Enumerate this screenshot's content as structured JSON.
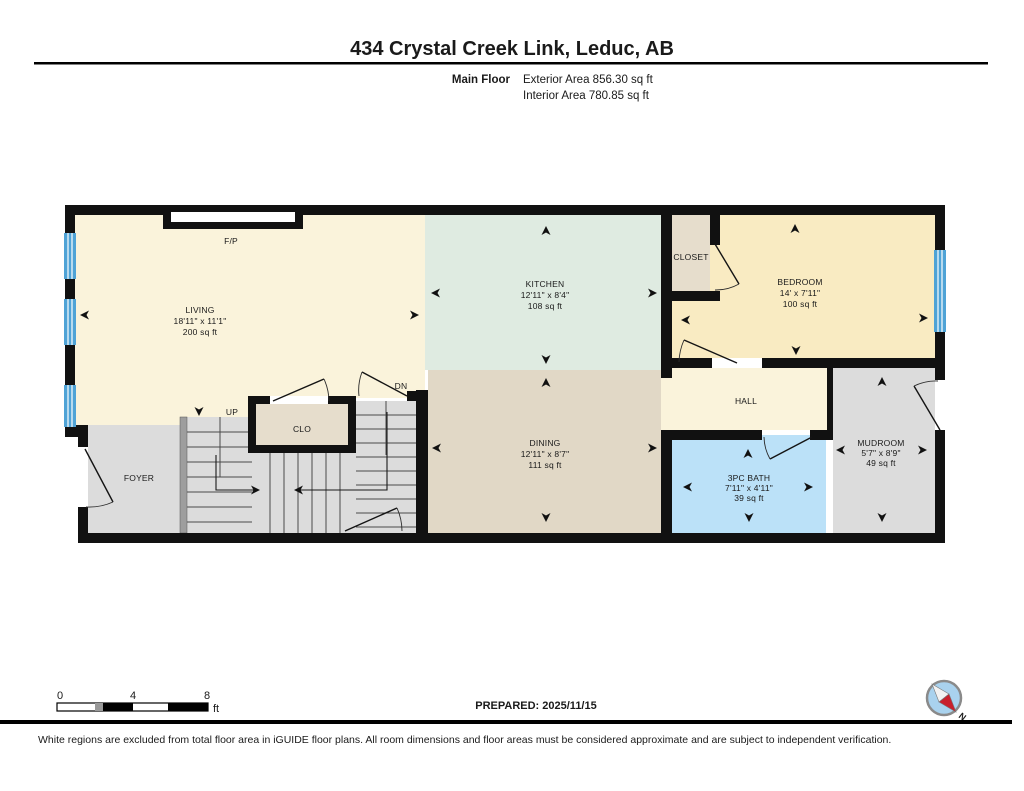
{
  "title": "434 Crystal Creek Link, Leduc, AB",
  "floor": {
    "label": "Main Floor",
    "exterior": "Exterior Area 856.30 sq ft",
    "interior": "Interior Area 780.85 sq ft"
  },
  "rooms": {
    "living": {
      "name": "LIVING",
      "dims": "18'11\" x 11'1\"",
      "area": "200 sq ft"
    },
    "kitchen": {
      "name": "KITCHEN",
      "dims": "12'11\" x 8'4\"",
      "area": "108 sq ft"
    },
    "dining": {
      "name": "DINING",
      "dims": "12'11\" x 8'7\"",
      "area": "111 sq ft"
    },
    "bedroom": {
      "name": "BEDROOM",
      "dims": "14' x 7'11\"",
      "area": "100 sq ft"
    },
    "bath": {
      "name": "3PC BATH",
      "dims": "7'11\" x 4'11\"",
      "area": "39 sq ft"
    },
    "mudroom": {
      "name": "MUDROOM",
      "dims": "5'7\" x 8'9\"",
      "area": "49 sq ft"
    },
    "hall": {
      "name": "HALL"
    },
    "foyer": {
      "name": "FOYER"
    },
    "closet": {
      "name": "CLOSET"
    },
    "clo": {
      "name": "CLO"
    },
    "fireplace": {
      "name": "F/P"
    }
  },
  "stairs": {
    "up": "UP",
    "down": "DN"
  },
  "scale_bar": {
    "tick0": "0",
    "tick4": "4",
    "tick8": "8",
    "unit": "ft"
  },
  "prepared": "PREPARED: 2025/11/15",
  "compass": {
    "north": "N"
  },
  "disclaimer": "White regions are excluded from total floor area in iGUIDE floor plans. All room dimensions and floor areas must be considered approximate and are subject to independent verification.",
  "colors": {
    "wall": "#111111",
    "living": "#FAF3DB",
    "kitchen": "#DFEBE1",
    "bedroom": "#F9EBC2",
    "closet": "#E6DDCC",
    "dining": "#E1D8C6",
    "bath": "#BBE1F8",
    "gray": "#DCDCDC",
    "hall": "#FAF3DB",
    "window": "#4FA3D6",
    "compass_red": "#C8202C",
    "compass_blue": "#A9D2EE"
  }
}
